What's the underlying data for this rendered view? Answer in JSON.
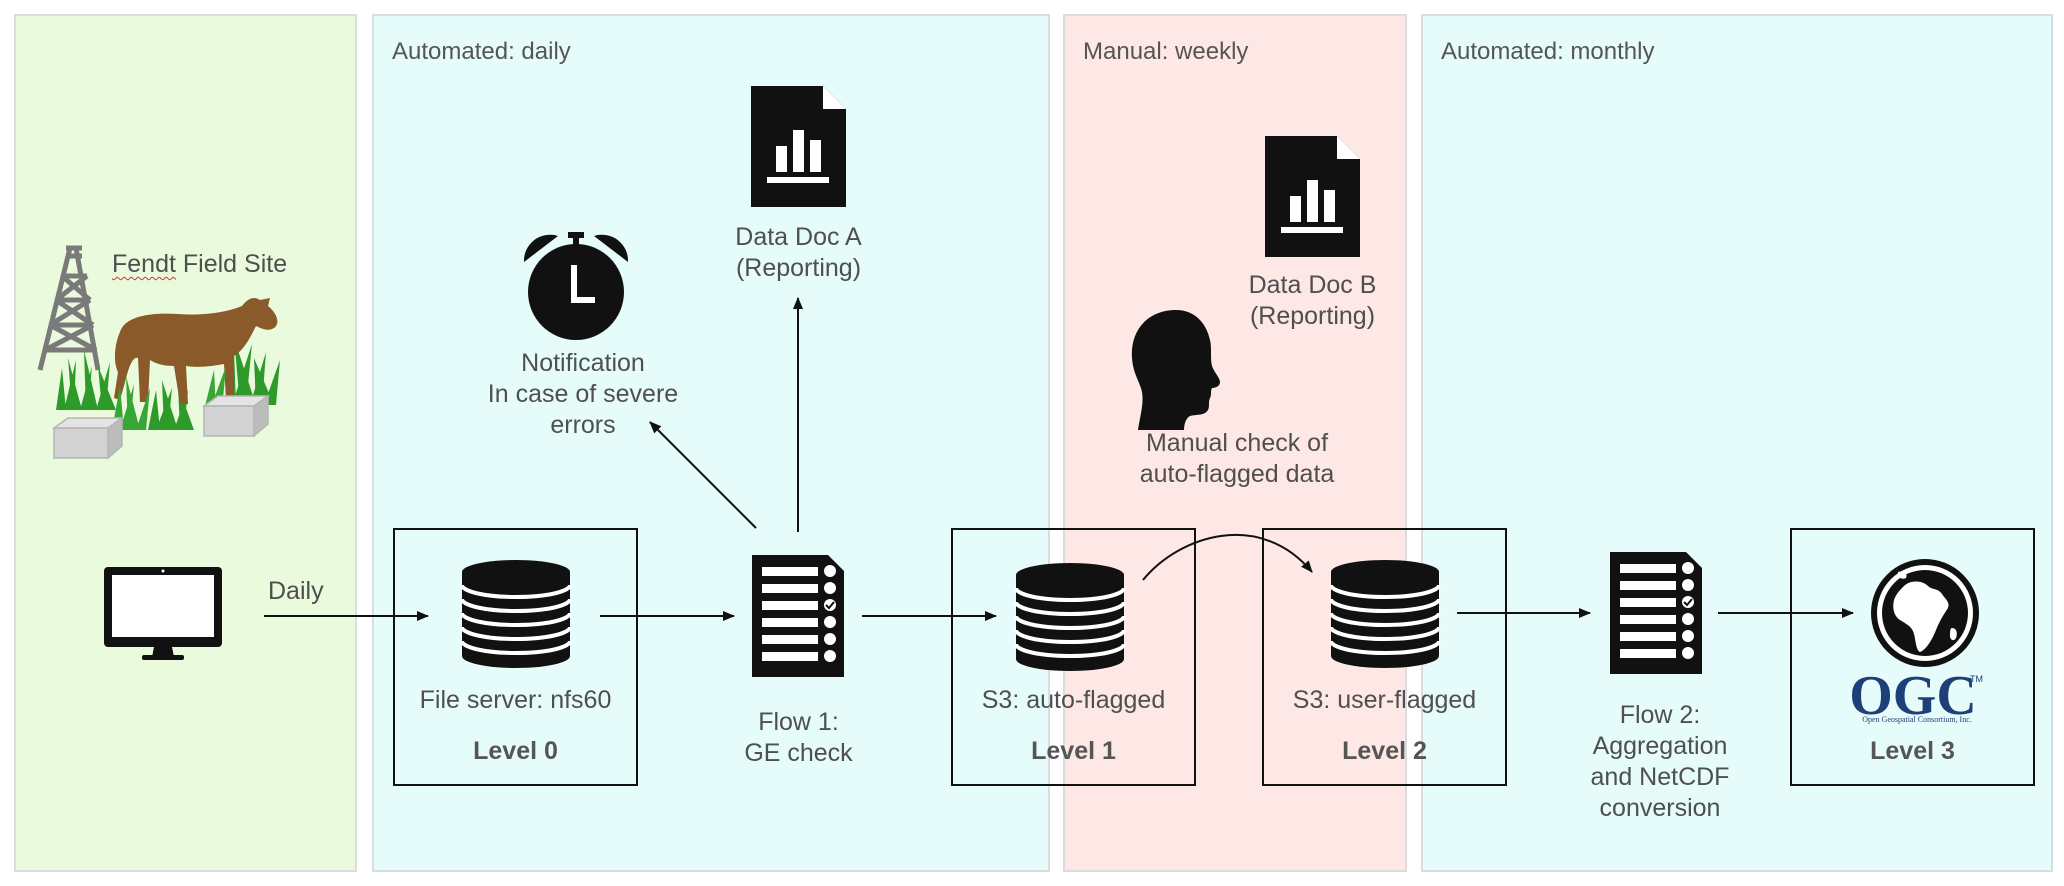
{
  "site": {
    "title": "Fendt Field Site",
    "title_underlined": "Fendt",
    "title_rest": " Field Site"
  },
  "source": {
    "edge_label": "Daily"
  },
  "lanes": [
    {
      "title": "",
      "color": "#e9fbdc"
    },
    {
      "title": "Automated: daily",
      "color": "#e5fcfb"
    },
    {
      "title": "Manual: weekly",
      "color": "#fde8e6"
    },
    {
      "title": "Automated: monthly",
      "color": "#e5fcfb"
    }
  ],
  "notification": {
    "line1": "Notification",
    "line2": "In case of severe",
    "line3": "errors"
  },
  "doc_a": {
    "line1": "Data Doc A",
    "line2": "(Reporting)"
  },
  "doc_b": {
    "line1": "Data Doc B",
    "line2": "(Reporting)"
  },
  "manual_check": {
    "line1": "Manual check of",
    "line2": "auto-flagged data"
  },
  "level0": {
    "store": "File server: nfs60",
    "level": "Level 0"
  },
  "flow1": {
    "line1": "Flow 1:",
    "line2": "GE check"
  },
  "level1": {
    "store": "S3: auto-flagged",
    "level": "Level 1"
  },
  "level2": {
    "store": "S3: user-flagged",
    "level": "Level 2"
  },
  "flow2": {
    "line1": "Flow 2:",
    "line2": "Aggregation",
    "line3": "and NetCDF",
    "line4": "conversion"
  },
  "level3": {
    "level": "Level 3",
    "logo_text": "OGC",
    "logo_tm": "TM",
    "logo_caption": "Open Geospatial Consortium, Inc."
  },
  "icons": [
    "oil-derrick-icon",
    "cow-icon",
    "grass-icon",
    "sensor-box-icon",
    "monitor-icon",
    "database-icon",
    "checklist-icon",
    "report-document-icon",
    "alarm-clock-icon",
    "human-head-icon",
    "globe-icon"
  ]
}
